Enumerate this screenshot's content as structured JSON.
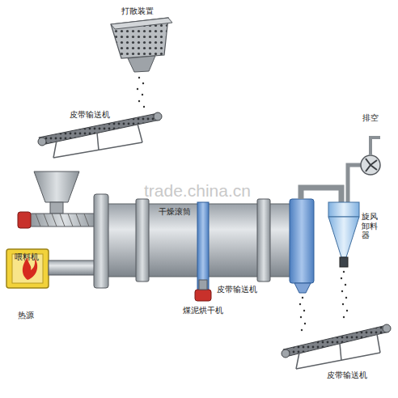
{
  "diagram": {
    "labels": [
      "打散装置",
      "皮带输送机",
      "排空",
      "干燥滚筒",
      "喂料机",
      "旋风卸料器",
      "热源",
      "皮带输送机",
      "煤泥烘干机",
      "皮带输送机",
      "trade.china.cn"
    ]
  }
}
